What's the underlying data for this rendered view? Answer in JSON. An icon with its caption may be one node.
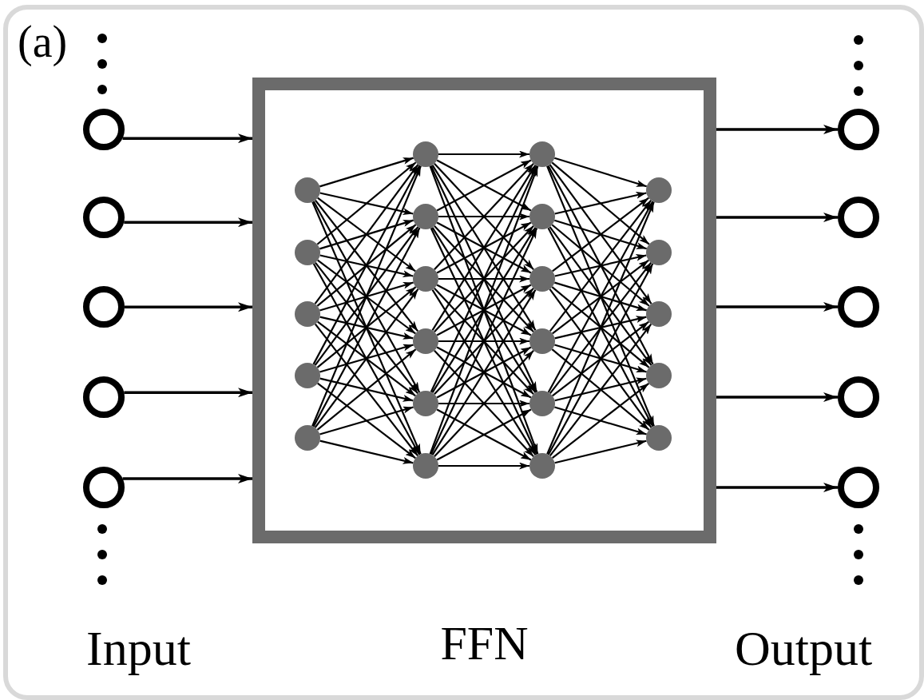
{
  "diagram": {
    "nodes": [
      {
        "text": [],
        "shape": "circle"
      },
      {
        "text": [],
        "shape": "circle"
      },
      {
        "text": [],
        "shape": "circle"
      },
      {
        "text": [],
        "shape": "circle"
      },
      {
        "text": [],
        "shape": "circle"
      },
      {
        "text": [
          "FFN"
        ]
      },
      {
        "text": [],
        "shape": "circle",
        "in": 5
      },
      {
        "text": [],
        "shape": "circle",
        "in": 5
      },
      {
        "text": [],
        "shape": "circle",
        "in": 5
      },
      {
        "text": [],
        "shape": "circle",
        "in": 5
      },
      {
        "text": [],
        "shape": "circle",
        "in": 5
      },
      {
        "text": [],
        "shape": "circle",
        "in": 5
      },
      {
        "text": [],
        "shape": "circle",
        "in": 5
      },
      {
        "text": [],
        "shape": "circle",
        "in": 5
      },
      {
        "text": [],
        "shape": "circle",
        "in": 5
      },
      {
        "text": [],
        "shape": "circle",
        "in": 5
      },
      {
        "text": [],
        "shape": "circle",
        "in": 5
      },
      {
        "text": [],
        "shape": "circle",
        "in": 5
      },
      {
        "text": [],
        "shape": "circle",
        "in": 5
      },
      {
        "text": [],
        "shape": "circle",
        "in": 5
      },
      {
        "text": [],
        "shape": "circle",
        "in": 5
      },
      {
        "text": [],
        "shape": "circle",
        "in": 5
      },
      {
        "text": [],
        "shape": "circle",
        "in": 5
      },
      {
        "text": [],
        "shape": "circle",
        "in": 5
      },
      {
        "text": [],
        "shape": "circle",
        "in": 5
      },
      {
        "text": [],
        "shape": "circle",
        "in": 5
      },
      {
        "text": [],
        "shape": "circle",
        "in": 5
      },
      {
        "text": [],
        "shape": "circle",
        "in": 5
      },
      {
        "text": [],
        "shape": "circle"
      },
      {
        "text": [],
        "shape": "circle"
      },
      {
        "text": [],
        "shape": "circle"
      },
      {
        "text": [],
        "shape": "circle"
      },
      {
        "text": [],
        "shape": "circle"
      }
    ],
    "edges": [
      {
        "from": 0,
        "to": 5,
        "arrow": "to"
      },
      {
        "from": 1,
        "to": 5,
        "arrow": "to"
      },
      {
        "from": 2,
        "to": 5,
        "arrow": "to"
      },
      {
        "from": 3,
        "to": 5,
        "arrow": "to"
      },
      {
        "from": 4,
        "to": 5,
        "arrow": "to"
      },
      {
        "from": 6,
        "to": 11,
        "arrow": "to"
      },
      {
        "from": 6,
        "to": 12,
        "arrow": "to"
      },
      {
        "from": 6,
        "to": 13,
        "arrow": "to"
      },
      {
        "from": 6,
        "to": 14,
        "arrow": "to"
      },
      {
        "from": 6,
        "to": 15,
        "arrow": "to"
      },
      {
        "from": 6,
        "to": 16,
        "arrow": "to"
      },
      {
        "from": 7,
        "to": 11,
        "arrow": "to"
      },
      {
        "from": 7,
        "to": 12,
        "arrow": "to"
      },
      {
        "from": 7,
        "to": 13,
        "arrow": "to"
      },
      {
        "from": 7,
        "to": 14,
        "arrow": "to"
      },
      {
        "from": 7,
        "to": 15,
        "arrow": "to"
      },
      {
        "from": 7,
        "to": 16,
        "arrow": "to"
      },
      {
        "from": 8,
        "to": 11,
        "arrow": "to"
      },
      {
        "from": 8,
        "to": 12,
        "arrow": "to"
      },
      {
        "from": 8,
        "to": 13,
        "arrow": "to"
      },
      {
        "from": 8,
        "to": 14,
        "arrow": "to"
      },
      {
        "from": 8,
        "to": 15,
        "arrow": "to"
      },
      {
        "from": 8,
        "to": 16,
        "arrow": "to"
      },
      {
        "from": 9,
        "to": 11,
        "arrow": "to"
      },
      {
        "from": 9,
        "to": 12,
        "arrow": "to"
      },
      {
        "from": 9,
        "to": 13,
        "arrow": "to"
      },
      {
        "from": 9,
        "to": 14,
        "arrow": "to"
      },
      {
        "from": 9,
        "to": 15,
        "arrow": "to"
      },
      {
        "from": 9,
        "to": 16,
        "arrow": "to"
      },
      {
        "from": 10,
        "to": 11,
        "arrow": "to"
      },
      {
        "from": 10,
        "to": 12,
        "arrow": "to"
      },
      {
        "from": 10,
        "to": 13,
        "arrow": "to"
      },
      {
        "from": 10,
        "to": 14,
        "arrow": "to"
      },
      {
        "from": 10,
        "to": 15,
        "arrow": "to"
      },
      {
        "from": 10,
        "to": 16,
        "arrow": "to"
      },
      {
        "from": 11,
        "to": 17,
        "arrow": "to"
      },
      {
        "from": 11,
        "to": 18,
        "arrow": "to"
      },
      {
        "from": 11,
        "to": 19,
        "arrow": "to"
      },
      {
        "from": 11,
        "to": 20,
        "arrow": "to"
      },
      {
        "from": 11,
        "to": 21,
        "arrow": "to"
      },
      {
        "from": 11,
        "to": 22,
        "arrow": "to"
      },
      {
        "from": 12,
        "to": 17,
        "arrow": "to"
      },
      {
        "from": 12,
        "to": 18,
        "arrow": "to"
      },
      {
        "from": 12,
        "to": 19,
        "arrow": "to"
      },
      {
        "from": 12,
        "to": 20,
        "arrow": "to"
      },
      {
        "from": 12,
        "to": 21,
        "arrow": "to"
      },
      {
        "from": 12,
        "to": 22,
        "arrow": "to"
      },
      {
        "from": 13,
        "to": 17,
        "arrow": "to"
      },
      {
        "from": 13,
        "to": 18,
        "arrow": "to"
      },
      {
        "from": 13,
        "to": 19,
        "arrow": "to"
      },
      {
        "from": 13,
        "to": 20,
        "arrow": "to"
      },
      {
        "from": 13,
        "to": 21,
        "arrow": "to"
      },
      {
        "from": 13,
        "to": 22,
        "arrow": "to"
      },
      {
        "from": 14,
        "to": 17,
        "arrow": "to"
      },
      {
        "from": 14,
        "to": 18,
        "arrow": "to"
      },
      {
        "from": 14,
        "to": 19,
        "arrow": "to"
      },
      {
        "from": 14,
        "to": 20,
        "arrow": "to"
      },
      {
        "from": 14,
        "to": 21,
        "arrow": "to"
      },
      {
        "from": 14,
        "to": 22,
        "arrow": "to"
      },
      {
        "from": 15,
        "to": 17,
        "arrow": "to"
      },
      {
        "from": 15,
        "to": 18,
        "arrow": "to"
      },
      {
        "from": 15,
        "to": 19,
        "arrow": "to"
      },
      {
        "from": 15,
        "to": 20,
        "arrow": "to"
      },
      {
        "from": 15,
        "to": 21,
        "arrow": "to"
      },
      {
        "from": 15,
        "to": 22,
        "arrow": "to"
      },
      {
        "from": 16,
        "to": 17,
        "arrow": "to"
      },
      {
        "from": 16,
        "to": 18,
        "arrow": "to"
      },
      {
        "from": 16,
        "to": 19,
        "arrow": "to"
      },
      {
        "from": 16,
        "to": 20,
        "arrow": "to"
      },
      {
        "from": 16,
        "to": 21,
        "arrow": "to"
      },
      {
        "from": 16,
        "to": 22,
        "arrow": "to"
      },
      {
        "from": 17,
        "to": 23,
        "arrow": "to"
      },
      {
        "from": 17,
        "to": 24,
        "arrow": "to"
      },
      {
        "from": 17,
        "to": 25,
        "arrow": "to"
      },
      {
        "from": 17,
        "to": 26,
        "arrow": "to"
      },
      {
        "from": 17,
        "to": 27,
        "arrow": "to"
      },
      {
        "from": 18,
        "to": 23,
        "arrow": "to"
      },
      {
        "from": 18,
        "to": 24,
        "arrow": "to"
      },
      {
        "from": 18,
        "to": 25,
        "arrow": "to"
      },
      {
        "from": 18,
        "to": 26,
        "arrow": "to"
      },
      {
        "from": 18,
        "to": 27,
        "arrow": "to"
      },
      {
        "from": 19,
        "to": 23,
        "arrow": "to"
      },
      {
        "from": 19,
        "to": 24,
        "arrow": "to"
      },
      {
        "from": 19,
        "to": 25,
        "arrow": "to"
      },
      {
        "from": 19,
        "to": 26,
        "arrow": "to"
      },
      {
        "from": 19,
        "to": 27,
        "arrow": "to"
      },
      {
        "from": 20,
        "to": 23,
        "arrow": "to"
      },
      {
        "from": 20,
        "to": 24,
        "arrow": "to"
      },
      {
        "from": 20,
        "to": 25,
        "arrow": "to"
      },
      {
        "from": 20,
        "to": 26,
        "arrow": "to"
      },
      {
        "from": 20,
        "to": 27,
        "arrow": "to"
      },
      {
        "from": 21,
        "to": 23,
        "arrow": "to"
      },
      {
        "from": 21,
        "to": 24,
        "arrow": "to"
      },
      {
        "from": 21,
        "to": 25,
        "arrow": "to"
      },
      {
        "from": 21,
        "to": 26,
        "arrow": "to"
      },
      {
        "from": 21,
        "to": 27,
        "arrow": "to"
      },
      {
        "from": 22,
        "to": 23,
        "arrow": "to"
      },
      {
        "from": 22,
        "to": 24,
        "arrow": "to"
      },
      {
        "from": 22,
        "to": 25,
        "arrow": "to"
      },
      {
        "from": 22,
        "to": 26,
        "arrow": "to"
      },
      {
        "from": 22,
        "to": 27,
        "arrow": "to"
      },
      {
        "from": 5,
        "to": 28,
        "arrow": "to"
      },
      {
        "from": 5,
        "to": 29,
        "arrow": "to"
      },
      {
        "from": 5,
        "to": 30,
        "arrow": "to"
      },
      {
        "from": 5,
        "to": 31,
        "arrow": "to"
      },
      {
        "from": 5,
        "to": 32,
        "arrow": "to"
      }
    ],
    "labels": [
      "(a)",
      "Input",
      "Output"
    ]
  }
}
